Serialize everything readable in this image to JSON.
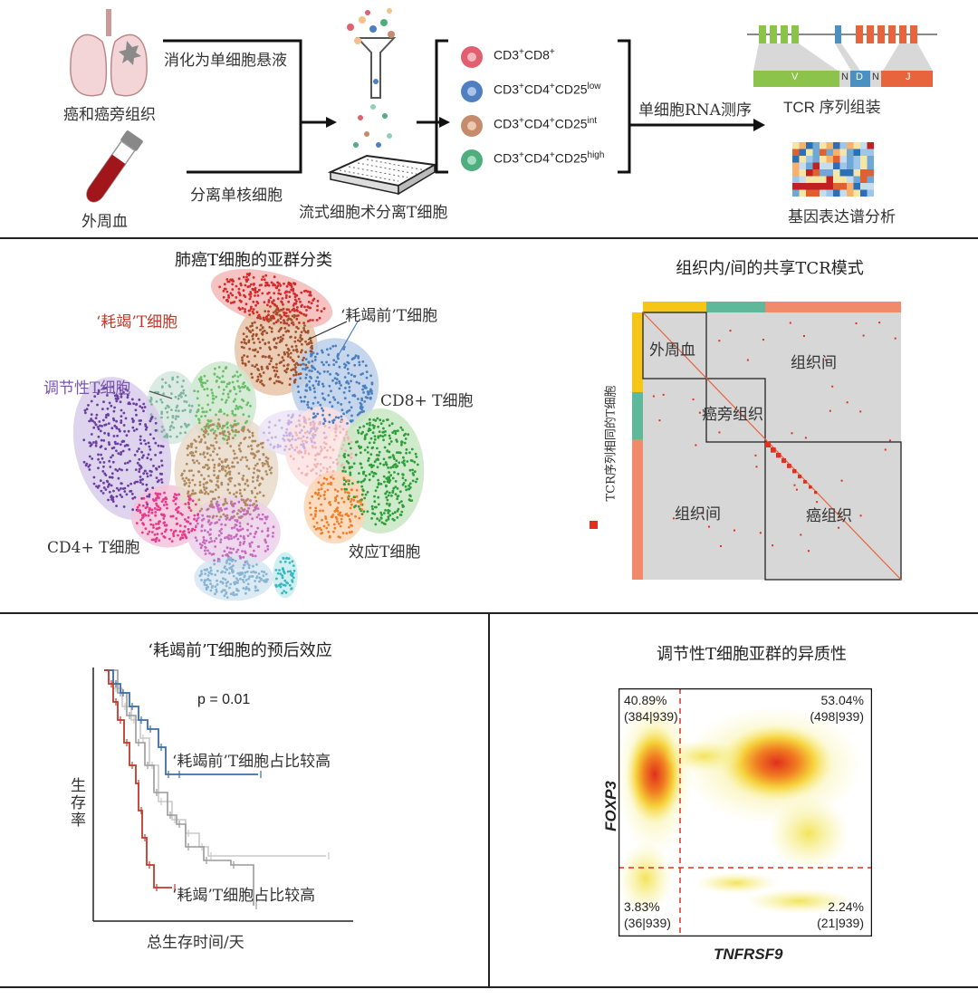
{
  "workflow": {
    "tissue_label": "癌和癌旁组织",
    "blood_label": "外周血",
    "digest_label": "消化为单细胞悬液",
    "pbmc_label": "分离单核细胞",
    "facs_label": "流式细胞术分离T细胞",
    "seq_label": "单细胞RNA测序",
    "tcr_label": "TCR 序列组装",
    "expr_label": "基因表达谱分析",
    "populations": [
      {
        "base": "CD3",
        "s1": "+",
        "mid": "CD8",
        "s2": "+",
        "tail": "",
        "s3": "",
        "color": "#e06070"
      },
      {
        "base": "CD3",
        "s1": "+",
        "mid": "CD4",
        "s2": "+",
        "tail": "CD25",
        "s3": "low",
        "color": "#4f7fc0"
      },
      {
        "base": "CD3",
        "s1": "+",
        "mid": "CD4",
        "s2": "+",
        "tail": "CD25",
        "s3": "int",
        "color": "#c58b6c"
      },
      {
        "base": "CD3",
        "s1": "+",
        "mid": "CD4",
        "s2": "+",
        "tail": "CD25",
        "s3": "high",
        "color": "#4fae7e"
      }
    ],
    "segments": {
      "v": "V",
      "n1": "N",
      "d": "D",
      "n2": "N",
      "j": "J"
    }
  },
  "tsne": {
    "title": "肺癌T细胞的亚群分类",
    "labels": {
      "exhausted": "‘耗竭’T细胞",
      "pre_exhausted": "‘耗竭前’T细胞",
      "treg": "调节性T细胞",
      "cd8": "CD8+ T细胞",
      "cd4": "CD4+ T细胞",
      "effector": "效应T细胞"
    }
  },
  "tcr_share": {
    "title": "组织内/间的共享TCR模式",
    "y_label": "TCR序列相同的T细胞",
    "blocks": {
      "blood": "外周血",
      "between_top": "组织间",
      "normal": "癌旁组织",
      "between_bottom": "组织间",
      "tumor": "癌组织"
    },
    "colors": {
      "blood": "#f5c518",
      "normal": "#5fb89a",
      "tumor": "#ef8a6a"
    }
  },
  "survival": {
    "title": "‘耗竭前’T细胞的预后效应",
    "p_value": "p = 0.01",
    "high_pre_label": "‘耗竭前’T细胞占比较高",
    "high_exh_label": "‘耗竭’T细胞占比较高",
    "ylabel": "生存率",
    "xlabel": "总生存时间/天"
  },
  "treg": {
    "title": "调节性T细胞亚群的异质性",
    "xlabel": "TNFRSF9",
    "ylabel": "FOXP3",
    "q_tl": {
      "pct": "40.89%",
      "count": "(384|939)"
    },
    "q_tr": {
      "pct": "53.04%",
      "count": "(498|939)"
    },
    "q_bl": {
      "pct": "3.83%",
      "count": "(36|939)"
    },
    "q_br": {
      "pct": "2.24%",
      "count": "(21|939)"
    }
  }
}
